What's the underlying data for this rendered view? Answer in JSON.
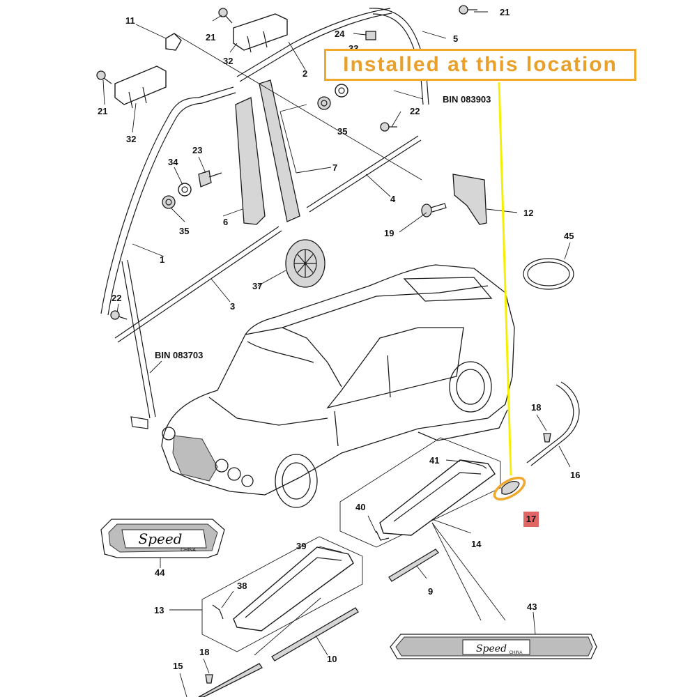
{
  "callout": {
    "text": "Installed at this location"
  },
  "highlighted_part": "17",
  "references": {
    "front": "BIN 083703",
    "rear": "BIN 083903"
  },
  "badges": {
    "emblem_small": {
      "script": "Speed",
      "sub": "CHINA"
    },
    "sill_plate": {
      "script": "Speed",
      "sub": "CHINA"
    }
  },
  "callout_numbers": {
    "n21a": "21",
    "n21b": "21",
    "n21c": "21",
    "n11": "11",
    "n32a": "32",
    "n32b": "32",
    "n24": "24",
    "n33": "33",
    "n5": "5",
    "n2": "2",
    "n35a": "35",
    "n35b": "35",
    "n22a": "22",
    "n22b": "22",
    "n34": "34",
    "n23": "23",
    "n7": "7",
    "n4": "4",
    "n12": "12",
    "n6": "6",
    "n19": "19",
    "n1": "1",
    "n45": "45",
    "n37": "37",
    "n3": "3",
    "n18a": "18",
    "n18b": "18",
    "n41": "41",
    "n16": "16",
    "n40": "40",
    "n14": "14",
    "n44": "44",
    "n39": "39",
    "n9": "9",
    "n38": "38",
    "n13": "13",
    "n43": "43",
    "n10": "10",
    "n15": "15"
  },
  "colors": {
    "callout_border": "#f0a92c",
    "callout_text": "#e8a02a",
    "leader_line": "#f5f000",
    "highlight_box": "#e06666"
  }
}
